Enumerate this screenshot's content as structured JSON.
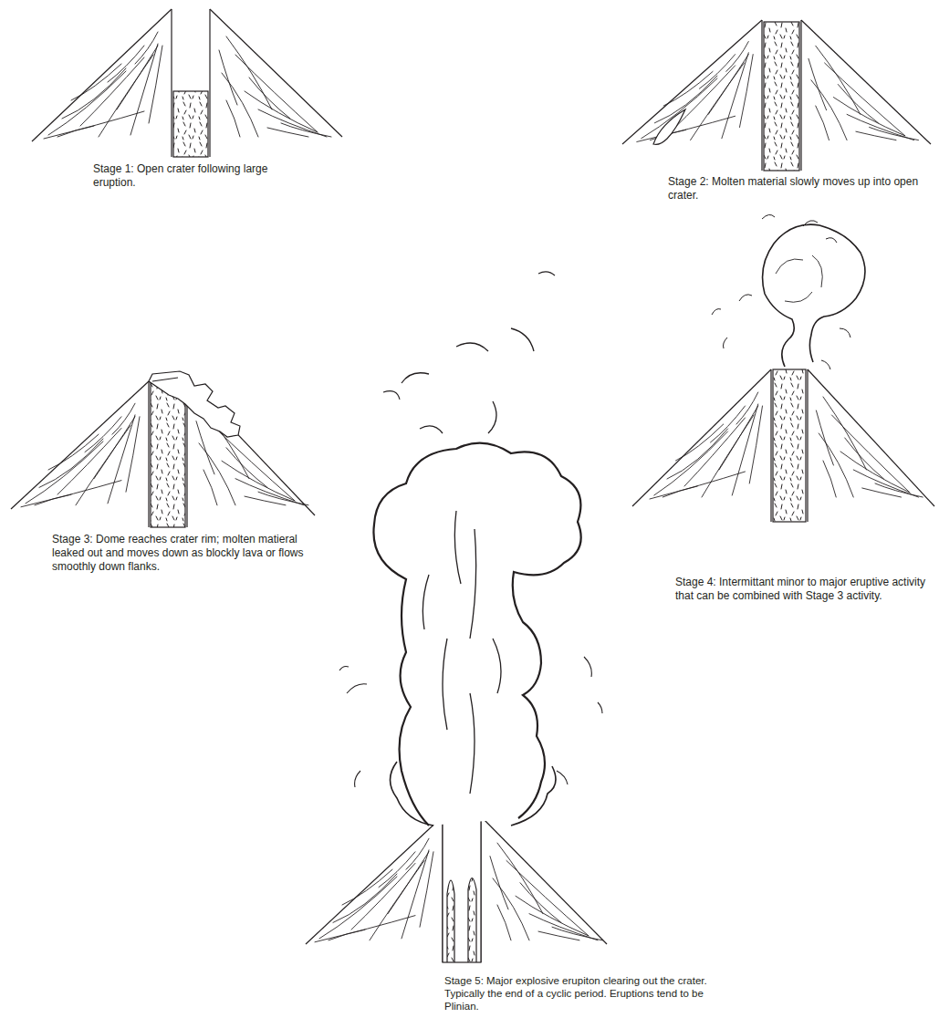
{
  "diagram": {
    "labels": [
      "Stage 1: Open crater following large eruption.",
      "Stage 2: Molten material slowly moves up into open crater.",
      "Stage 3: Dome reaches crater rim; molten matieral leaked out and moves down as blockly lava or flows smoothly down flanks.",
      "Stage 4: Intermittant minor to major eruptive activity that can be combined with Stage 3 activity.",
      "Stage 5: Major explosive erupiton clearing out the crater. Typically the end of a cyclic period. Eruptions tend to be Plinian."
    ]
  }
}
